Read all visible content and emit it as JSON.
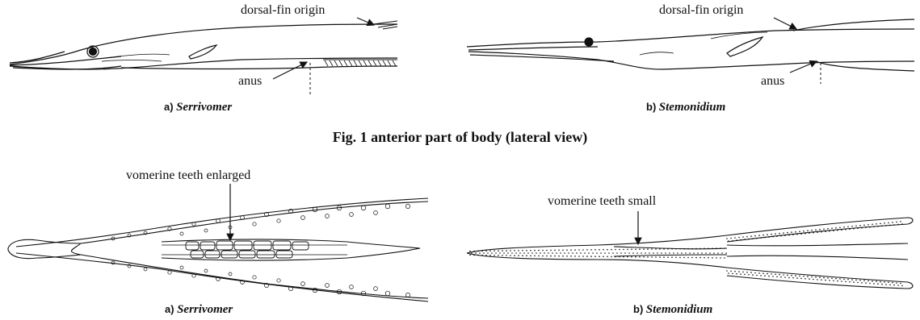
{
  "fig1": {
    "title": "Fig. 1  anterior part of body (lateral view)",
    "left": {
      "letter": "a)",
      "genus": "Serrivomer",
      "dorsal_label": "dorsal-fin origin",
      "anus_label": "anus"
    },
    "right": {
      "letter": "b)",
      "genus": "Stemonidium",
      "dorsal_label": "dorsal-fin origin",
      "anus_label": "anus"
    }
  },
  "fig2": {
    "left": {
      "letter": "a)",
      "genus": "Serrivomer",
      "teeth_label": "vomerine teeth enlarged"
    },
    "right": {
      "letter": "b)",
      "genus": "Stemonidium",
      "teeth_label": "vomerine teeth small"
    }
  },
  "colors": {
    "ink": "#111111",
    "background": "#ffffff"
  }
}
